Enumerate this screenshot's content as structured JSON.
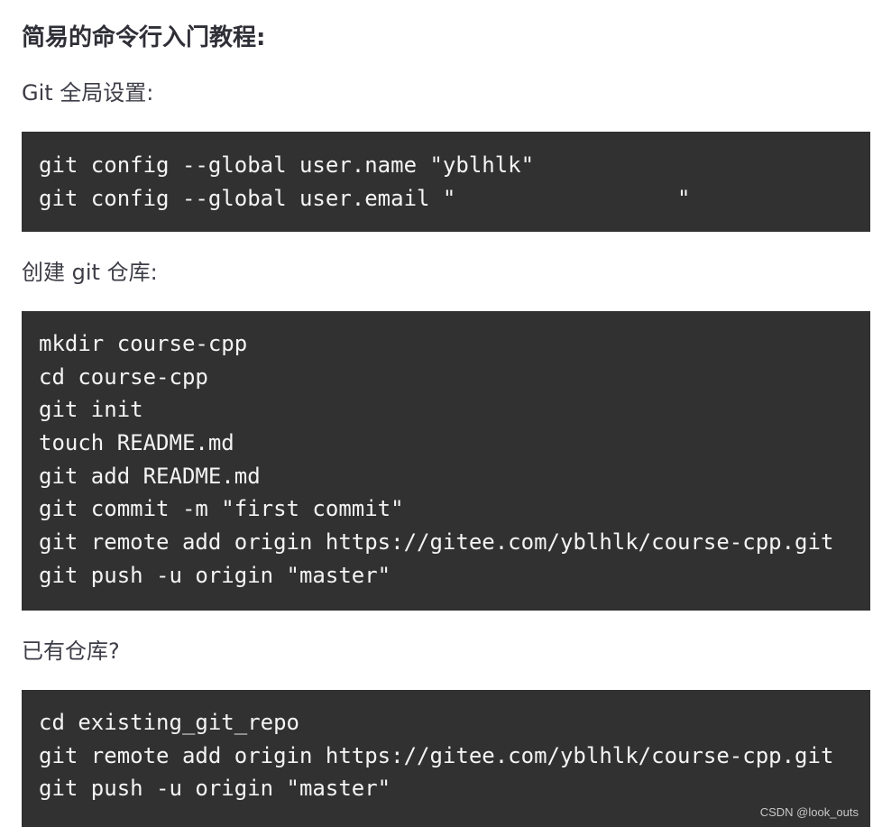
{
  "heading": "简易的命令行入门教程:",
  "sections": [
    {
      "label": "Git 全局设置:",
      "lines": [
        "git config --global user.name \"yblhlk\"",
        "git config --global user.email \"                 \""
      ]
    },
    {
      "label": "创建 git 仓库:",
      "lines": [
        "mkdir course-cpp",
        "cd course-cpp",
        "git init",
        "touch README.md",
        "git add README.md",
        "git commit -m \"first commit\"",
        "git remote add origin https://gitee.com/yblhlk/course-cpp.git",
        "git push -u origin \"master\""
      ]
    },
    {
      "label": "已有仓库?",
      "lines": [
        "cd existing_git_repo",
        "git remote add origin https://gitee.com/yblhlk/course-cpp.git",
        "git push -u origin \"master\""
      ]
    }
  ],
  "watermark": "CSDN @look_outs"
}
